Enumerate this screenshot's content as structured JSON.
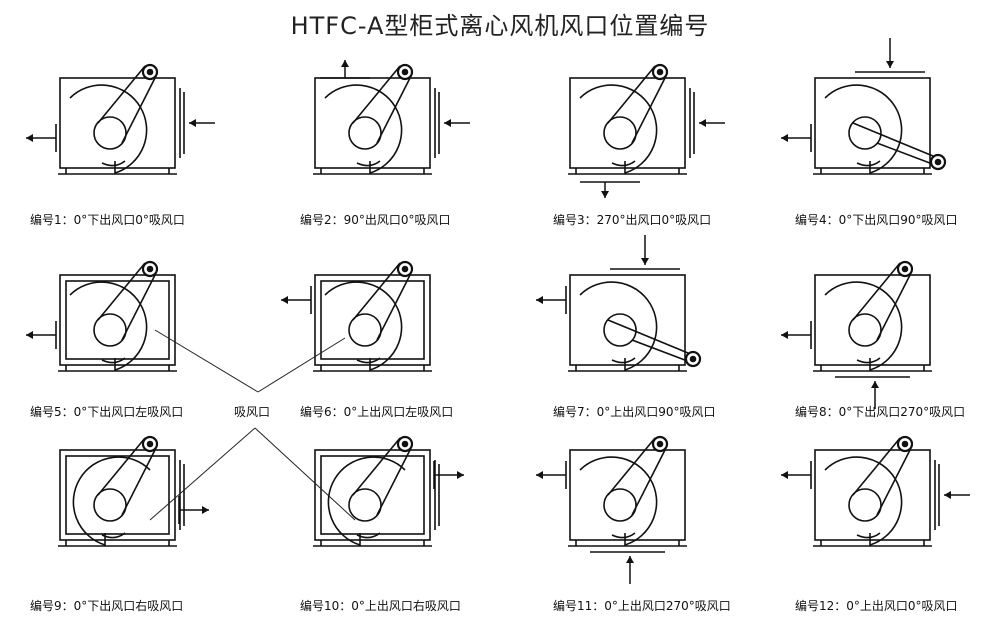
{
  "title": "HTFC-A型柜式离心风机风口位置编号",
  "intake_label": "吸风口",
  "diagrams": [
    {
      "caption": "编号1：0°下出风口0°吸风口",
      "outlet": "left-bottom",
      "intake": "right",
      "motor": "top"
    },
    {
      "caption": "编号2：90°出风口0°吸风口",
      "outlet": "top",
      "intake": "right",
      "motor": "top"
    },
    {
      "caption": "编号3：270°出风口0°吸风口",
      "outlet": "bottom",
      "intake": "right",
      "motor": "top"
    },
    {
      "caption": "编号4：0°下出风口90°吸风口",
      "outlet": "left-bottom",
      "intake": "top",
      "motor": "bottom-right"
    },
    {
      "caption": "编号5：0°下出风口左吸风口",
      "outlet": "left-bottom",
      "intake": "left",
      "motor": "top"
    },
    {
      "caption": "编号6：0°上出风口左吸风口",
      "outlet": "left-top",
      "intake": "left",
      "motor": "top"
    },
    {
      "caption": "编号7：0°上出风口90°吸风口",
      "outlet": "left-top",
      "intake": "top",
      "motor": "bottom-right"
    },
    {
      "caption": "编号8：0°下出风口270°吸风口",
      "outlet": "left-bottom",
      "intake": "bottom",
      "motor": "top"
    },
    {
      "caption": "编号9：0°下出风口右吸风口",
      "outlet": "right-bottom",
      "intake": "right",
      "motor": "top"
    },
    {
      "caption": "编号10：0°上出风口右吸风口",
      "outlet": "right-top",
      "intake": "right",
      "motor": "top"
    },
    {
      "caption": "编号11：0°上出风口270°吸风口",
      "outlet": "left-top",
      "intake": "bottom",
      "motor": "top"
    },
    {
      "caption": "编号12：0°上出风口0°吸风口",
      "outlet": "left-top",
      "intake": "right",
      "motor": "top"
    }
  ]
}
